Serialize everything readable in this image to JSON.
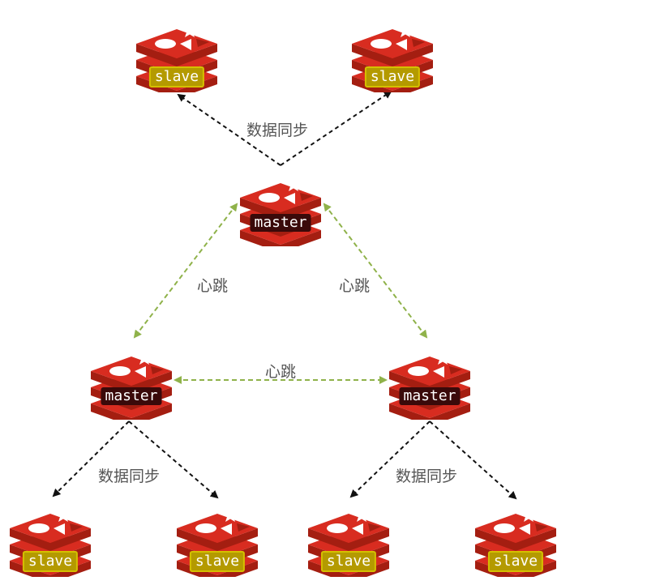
{
  "colors": {
    "sync_edge": "#111111",
    "heartbeat_edge": "#8fb24a",
    "redis_red": "#d82c20",
    "redis_dark": "#a41e11"
  },
  "nodes": {
    "slave_top_left": {
      "role": "slave",
      "label": "slave",
      "icon": "redis-icon"
    },
    "slave_top_right": {
      "role": "slave",
      "label": "slave",
      "icon": "redis-icon"
    },
    "master_top": {
      "role": "master",
      "label": "master",
      "icon": "redis-icon"
    },
    "master_left": {
      "role": "master",
      "label": "master",
      "icon": "redis-icon"
    },
    "master_right": {
      "role": "master",
      "label": "master",
      "icon": "redis-icon"
    },
    "slave_bottom_1": {
      "role": "slave",
      "label": "slave",
      "icon": "redis-icon"
    },
    "slave_bottom_2": {
      "role": "slave",
      "label": "slave",
      "icon": "redis-icon"
    },
    "slave_bottom_3": {
      "role": "slave",
      "label": "slave",
      "icon": "redis-icon"
    },
    "slave_bottom_4": {
      "role": "slave",
      "label": "slave",
      "icon": "redis-icon"
    }
  },
  "edges": [
    {
      "from": "master_top",
      "to": "slave_top_left",
      "kind": "sync"
    },
    {
      "from": "master_top",
      "to": "slave_top_right",
      "kind": "sync"
    },
    {
      "from": "master_top",
      "to": "master_left",
      "kind": "heartbeat"
    },
    {
      "from": "master_top",
      "to": "master_right",
      "kind": "heartbeat"
    },
    {
      "from": "master_left",
      "to": "master_right",
      "kind": "heartbeat"
    },
    {
      "from": "master_left",
      "to": "slave_bottom_1",
      "kind": "sync"
    },
    {
      "from": "master_left",
      "to": "slave_bottom_2",
      "kind": "sync"
    },
    {
      "from": "master_right",
      "to": "slave_bottom_3",
      "kind": "sync"
    },
    {
      "from": "master_right",
      "to": "slave_bottom_4",
      "kind": "sync"
    }
  ],
  "labels": {
    "sync_top": "数据同步",
    "heartbeat_left": "心跳",
    "heartbeat_right": "心跳",
    "heartbeat_middle": "心跳",
    "sync_bottom_left": "数据同步",
    "sync_bottom_right": "数据同步"
  }
}
